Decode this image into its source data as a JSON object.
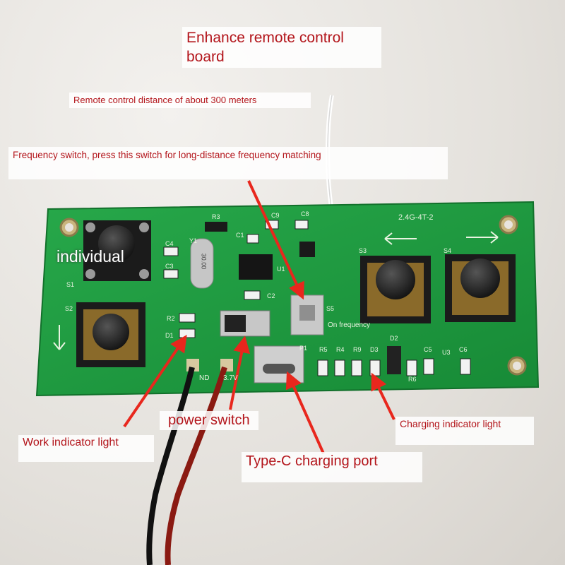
{
  "annotations": {
    "title": "Enhance remote control board",
    "distance": "Remote control distance of about 300 meters",
    "frequency_switch": "Frequency switch, press this switch for long-distance frequency matching",
    "individual": "individual",
    "power_switch": "power switch",
    "work_indicator": "Work indicator light",
    "type_c": "Type-C charging port",
    "charging_indicator": "Charging indicator light"
  },
  "silkscreen": {
    "model": "2.4G-4T-2",
    "on_frequency": "On frequency",
    "voltage": "3.7V",
    "gnd": "ND",
    "crystal": "30.00",
    "s1": "S1",
    "s2": "S2",
    "s3": "S3",
    "s4": "S4",
    "s5": "S5",
    "r2": "R2",
    "r3": "R3",
    "r4": "R4",
    "r5": "R5",
    "r6": "R6",
    "r9": "R9",
    "c1": "C1",
    "c2": "C2",
    "c3": "C3",
    "c4": "C4",
    "c5": "C5",
    "c6": "C6",
    "c8": "C8",
    "c9": "C9",
    "d1": "D1",
    "d2": "D2",
    "d3": "D3",
    "u1": "U1",
    "u3": "U3",
    "p1": "P1",
    "y1": "Y1"
  },
  "colors": {
    "pcb": "#1f9a3f",
    "annotation_text": "#b3151b",
    "arrow": "#e8271d",
    "silkscreen": "#e8f3e0"
  }
}
